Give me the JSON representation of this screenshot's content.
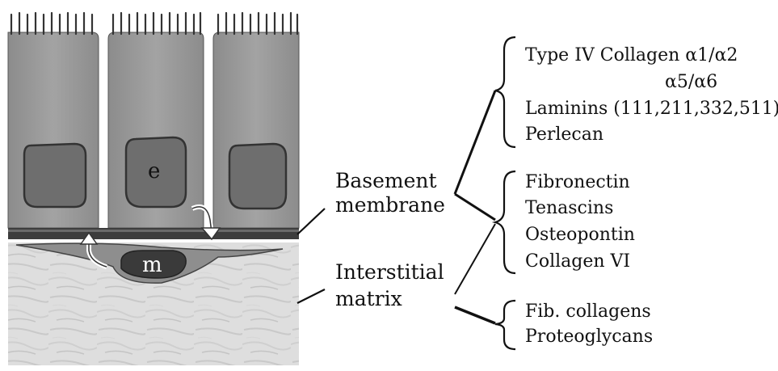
{
  "illustration": {
    "epithelial_cell_label": "e",
    "mesenchymal_cell_label": "m"
  },
  "labels": {
    "basement_membrane": [
      "Basement",
      "membrane"
    ],
    "interstitial_matrix": [
      "Interstitial",
      "matrix"
    ]
  },
  "groups": {
    "basement_membrane_components": [
      "Type IV Collagen α1/α2",
      "α5/α6",
      "Laminins (111,211,332,511)",
      "Perlecan"
    ],
    "shared_components": [
      "Fibronectin",
      "Tenascins",
      "Osteopontin",
      "Collagen VI"
    ],
    "interstitial_components": [
      "Fib. collagens",
      "Proteoglycans"
    ]
  },
  "colors": {
    "cell_fill": "#9a9a9a",
    "nucleus_fill": "#707070",
    "membrane": "#3d3d3d",
    "matrix_fill": "#dcdcdc",
    "mesenchymal_nucleus": "#3a3a3a"
  }
}
